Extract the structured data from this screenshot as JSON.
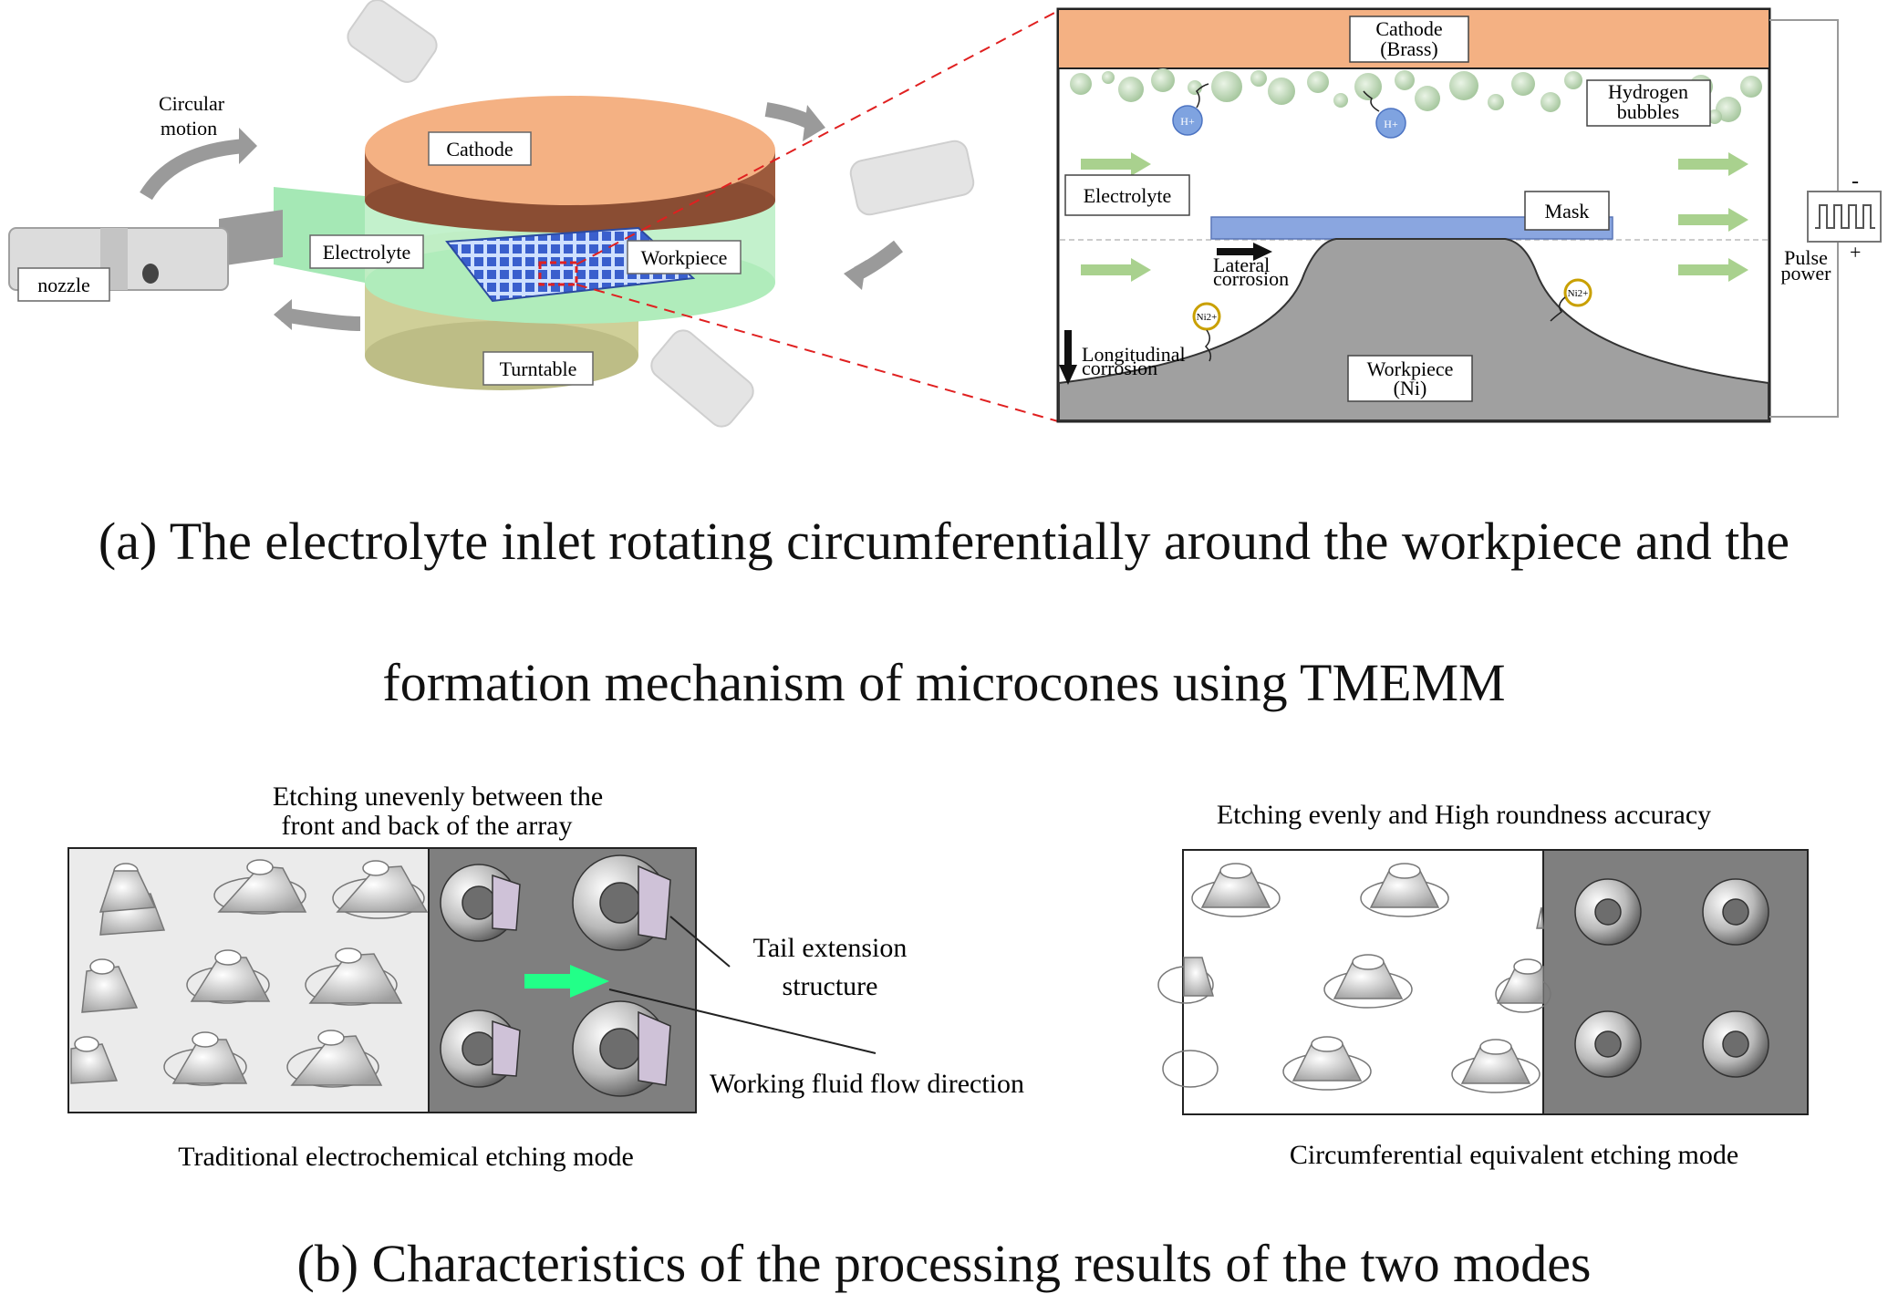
{
  "panel_a": {
    "left": {
      "circular_motion_line1": "Circular",
      "circular_motion_line2": "motion",
      "cathode": "Cathode",
      "electrolyte": "Electrolyte",
      "workpiece": "Workpiece",
      "nozzle": "nozzle",
      "turntable": "Turntable"
    },
    "right": {
      "cathode_line1": "Cathode",
      "cathode_line2": "(Brass)",
      "hydrogen_line1": "Hydrogen",
      "hydrogen_line2": "bubbles",
      "h_ion": "H+",
      "electrolyte": "Electrolyte",
      "mask": "Mask",
      "lateral_line1": "Lateral",
      "lateral_line2": "corrosion",
      "ni_ion": "Ni2+",
      "longitudinal_line1": "Longitudinal",
      "longitudinal_line2": "corrosion",
      "workpiece_line1": "Workpiece",
      "workpiece_line2": "(Ni)",
      "minus": "-",
      "plus": "+",
      "pulse_line1": "Pulse",
      "pulse_line2": "power"
    },
    "caption_line1": "(a) The electrolyte inlet rotating circumferentially around the workpiece and the",
    "caption_line2": "formation mechanism of microcones using TMEMM"
  },
  "panel_b": {
    "left_title_line1": "Etching unevenly between the",
    "left_title_line2": "front and back of the array",
    "tail_line1": "Tail extension",
    "tail_line2": "structure",
    "flow_direction": "Working fluid flow direction",
    "left_mode": "Traditional electrochemical etching mode",
    "right_title": "Etching evenly and High  roundness accuracy",
    "right_mode": "Circumferential equivalent etching mode",
    "caption": "(b) Characteristics of the processing results of the two modes"
  },
  "colors": {
    "cathode_top": "#f4b183",
    "cathode_side": "#9c5a3c",
    "electrolyte_green": "#8fe3a0",
    "turntable": "#d9d9a3",
    "workpiece_grid": "#3a5fcd",
    "mask_blue": "#8aa6e0",
    "workpiece_gray": "#a0a0a0",
    "flow_arrow_green": "#a9d18e",
    "bright_green_arrow": "#22ff88",
    "dark_panel_gray": "#7f7f7f",
    "light_panel_gray": "#ebebeb"
  }
}
